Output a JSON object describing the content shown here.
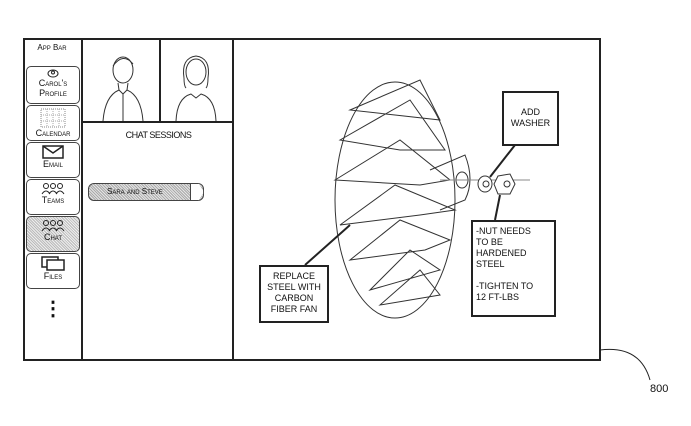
{
  "app_bar": {
    "title": "App Bar",
    "items": [
      {
        "label_line1": "Carol's",
        "label_line2": "Profile",
        "icon": "profile-icon"
      },
      {
        "label_line1": "Calendar",
        "icon": "calendar-icon"
      },
      {
        "label_line1": "Email",
        "icon": "envelope-icon"
      },
      {
        "label_line1": "Teams",
        "icon": "people-icon"
      },
      {
        "label_line1": "Chat",
        "icon": "people-icon",
        "active": true
      },
      {
        "label_line1": "Files",
        "icon": "files-icon"
      }
    ],
    "more": "⋮"
  },
  "chat_sessions": {
    "title": "CHAT SESSIONS",
    "sessions": [
      {
        "label": "Sara and Steve"
      }
    ]
  },
  "callouts": {
    "washer": [
      "ADD",
      "WASHER"
    ],
    "nut": [
      "-NUT NEEDS",
      "TO BE",
      "HARDENED",
      "STEEL",
      "",
      "-TIGHTEN TO",
      "12 FT-LBS"
    ],
    "fan": [
      "REPLACE",
      "STEEL WITH",
      "CARBON",
      "FIBER FAN"
    ]
  },
  "reference_numeral": "800"
}
